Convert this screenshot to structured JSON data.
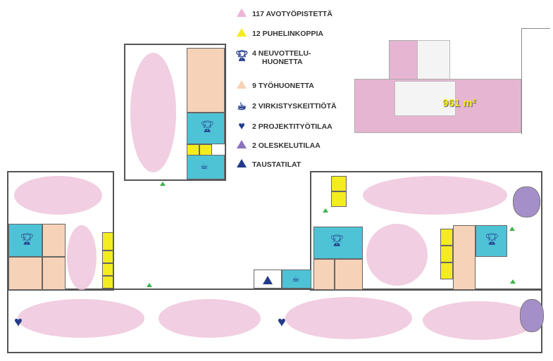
{
  "legend": [
    {
      "label": "117 AVOTYÖPISTETTÄ",
      "icon": "triangle",
      "color": "#efb3d6"
    },
    {
      "label": "12 PUHELINKOPPIA",
      "icon": "triangle",
      "color": "#f3ec1f"
    },
    {
      "label": "4  NEUVOTTELU-",
      "label2": "HUONETTA",
      "icon": "trophy",
      "color": "#233a8b"
    },
    {
      "label": "9  TYÖHUONETTA",
      "icon": "triangle",
      "color": "#f6d2b8"
    },
    {
      "label": "2  VIRKISTYSKEITTIÖTÄ",
      "icon": "coffee-cup",
      "color": "#233a8b"
    },
    {
      "label": "2 PROJEKTITYÖTILAA",
      "icon": "heart",
      "color": "#233a8b"
    },
    {
      "label": "2 OLESKELUTILAA",
      "icon": "triangle",
      "color": "#8a72bd"
    },
    {
      "label": "TAUSTATILAT",
      "icon": "triangle",
      "color": "#233a8b"
    }
  ],
  "inset": {
    "area_label": "961 m²"
  }
}
